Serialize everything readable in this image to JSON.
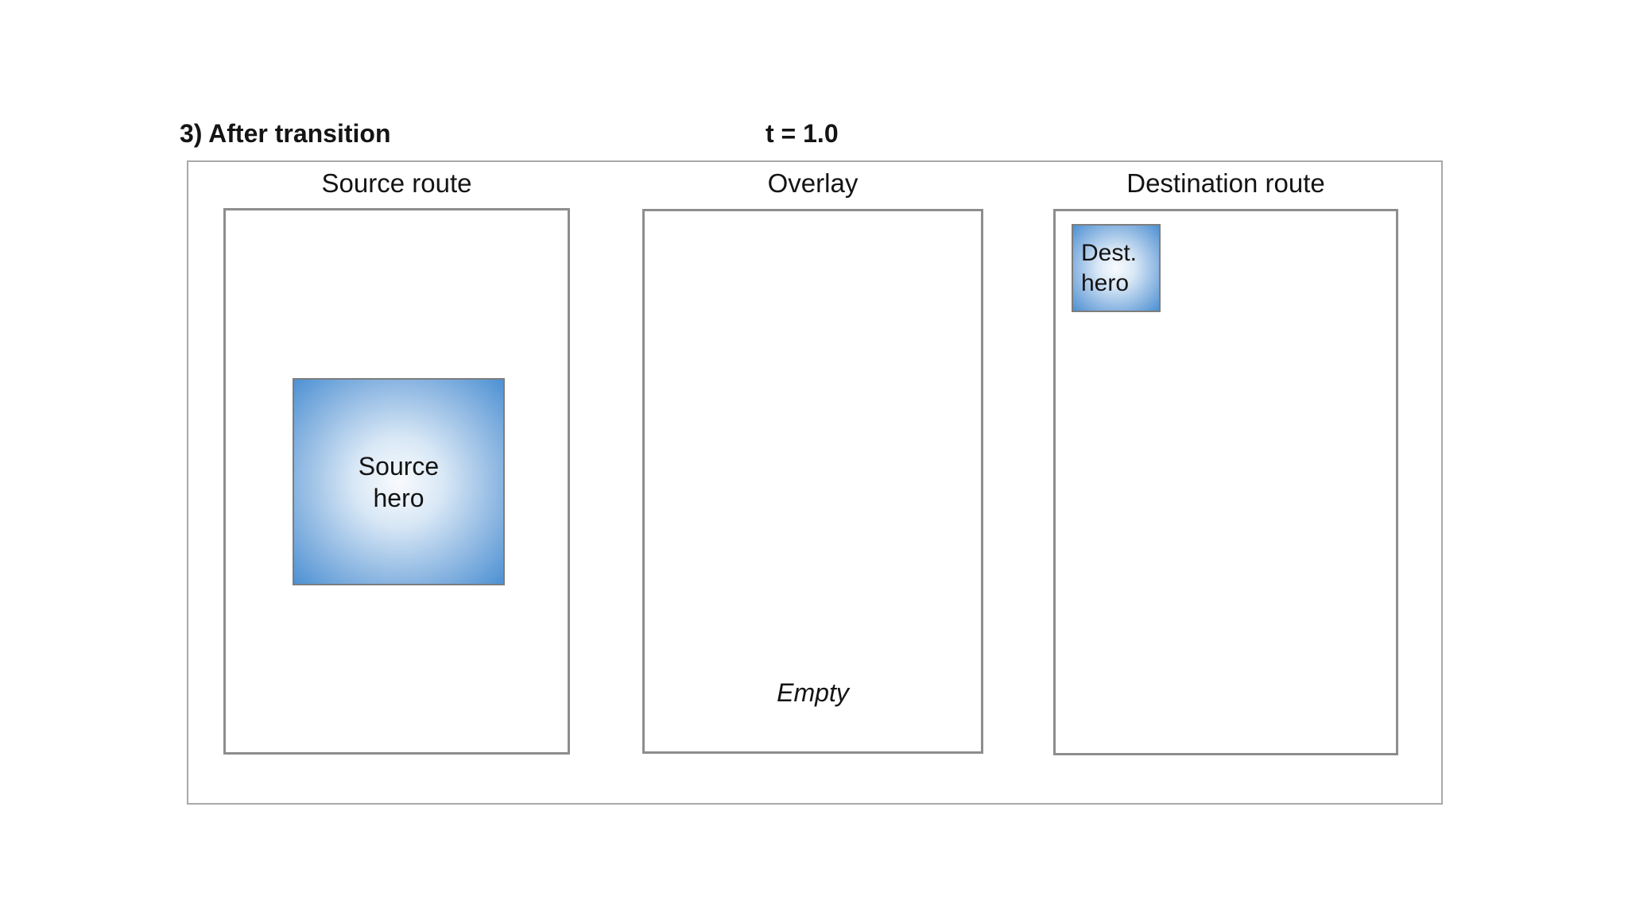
{
  "figure": {
    "step_title": "3) After transition",
    "time_label": "t = 1.0"
  },
  "panels": {
    "source": {
      "label": "Source route",
      "hero": {
        "line1": "Source",
        "line2": "hero"
      }
    },
    "overlay": {
      "label": "Overlay",
      "status": "Empty"
    },
    "destination": {
      "label": "Destination route",
      "hero": {
        "line1": "Dest.",
        "line2": "hero"
      }
    }
  },
  "colors": {
    "hero_gradient_center": "#f8fbfd",
    "hero_gradient_edge": "#4d91d3",
    "hero_border": "#7d7d7d",
    "panel_border": "#8d8d8d",
    "stage_border": "#a9a9a9",
    "text": "#141414"
  }
}
